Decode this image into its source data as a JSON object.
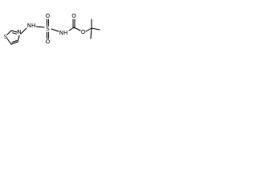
{
  "molecule": {
    "atoms": {
      "thiazole_s": "S",
      "thiazole_n": "N",
      "amine_nh_left": "NH",
      "sulfonyl_s": "S",
      "sulfonyl_o_top": "O",
      "sulfonyl_o_bottom": "O",
      "amine_nh_right": "NH",
      "carbonyl_o": "O",
      "ester_o": "O"
    }
  }
}
